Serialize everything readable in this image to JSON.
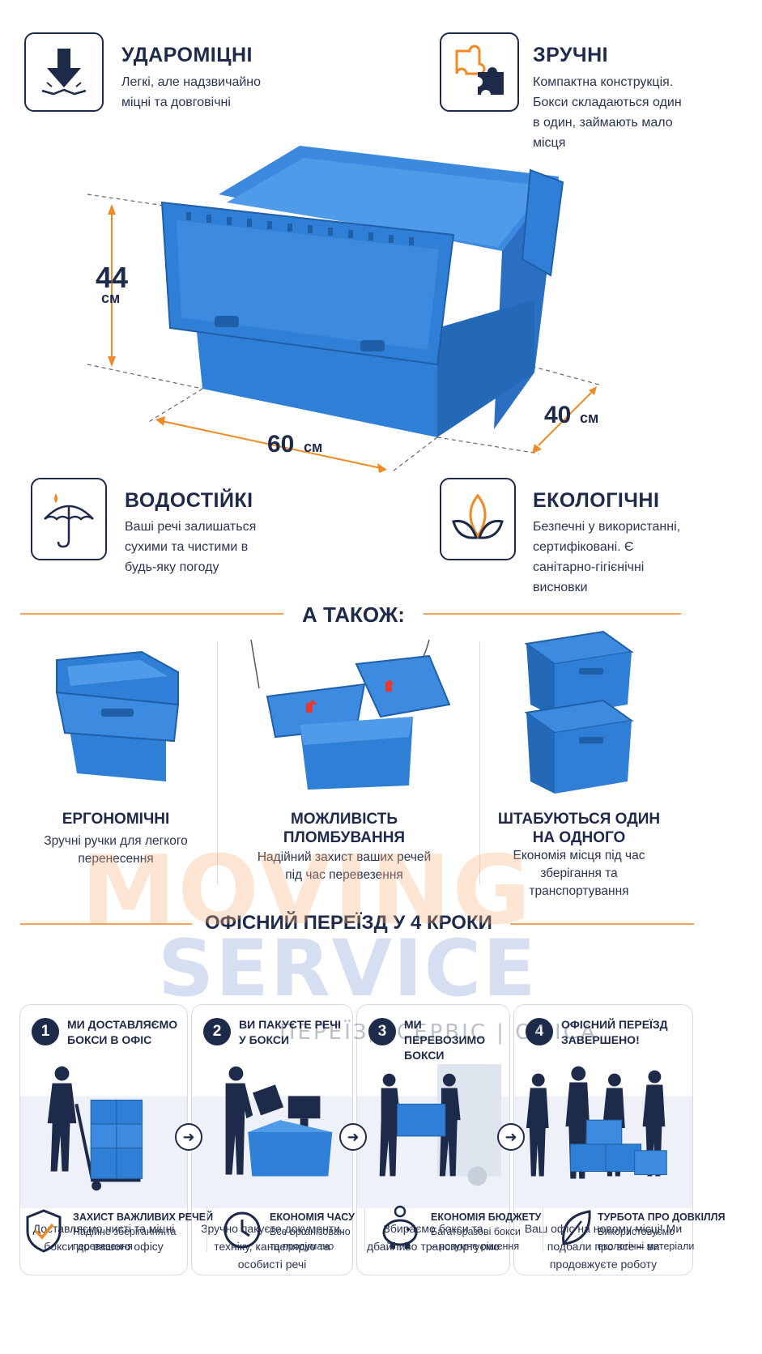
{
  "features": {
    "impact": {
      "title": "УДАРОМІЦНІ",
      "text": "Легкі, але надзвичайно міцні та довговічні",
      "icon": "arrow-down-impact-icon"
    },
    "convenient": {
      "title": "ЗРУЧНІ",
      "text": "Компактна конструкція. Бокси складаються один в один, займають мало місця",
      "icon": "puzzle-icon"
    },
    "waterproof": {
      "title": "ВОДОСТІЙКІ",
      "text": "Ваші речі залишаться сухими та чистими в будь-яку погоду",
      "icon": "umbrella-icon"
    },
    "eco": {
      "title": "ЕКОЛОГІЧНІ",
      "text": "Безпечні у використанні, сертифіковані. Є санітарно-гігієнічні висновки",
      "icon": "leaf-icon"
    }
  },
  "dimensions": {
    "height_value": "44",
    "height_unit": "см",
    "width_value": "60",
    "width_unit": "см",
    "depth_value": "40",
    "depth_unit": "см"
  },
  "also": {
    "title": "А ТАКОЖ:",
    "items": [
      {
        "title": "ЕРГОНОМІЧНІ",
        "text": "Зручні ручки для легкого перенесення"
      },
      {
        "title": "МОЖЛИВІСТЬ ПЛОМБУВАННЯ",
        "text": "Надійний захист ваших речей під час перевезення"
      },
      {
        "title": "ШТАБУЮТЬСЯ ОДИН НА ОДНОГО",
        "text": "Економія місця під час зберігання та транспортування"
      }
    ]
  },
  "steps": {
    "title": "ОФІСНИЙ ПЕРЕЇЗД У 4 КРОКИ",
    "items": [
      {
        "num": "1",
        "title": "МИ ДОСТАВЛЯЄМО БОКСИ В ОФІС",
        "text": "Доставляємо чисті та міцні бокси до вашого офісу"
      },
      {
        "num": "2",
        "title": "ВИ ПАКУЄТЕ РЕЧІ У БОКСИ",
        "text": "Зручно пакуєте документи, техніку, канцелярію та особисті речі"
      },
      {
        "num": "3",
        "title": "МИ ПЕРЕВОЗИМО БОКСИ",
        "text": "Збираємо бокси та дбайливо транспортуємо"
      },
      {
        "num": "4",
        "title": "ОФІСНИЙ ПЕРЕЇЗД ЗАВЕРШЕНО!",
        "text": "Ваш офіс на новому місці! Ми подбали про все – ви продовжуєте роботу"
      }
    ]
  },
  "benefits": [
    {
      "title": "ЗАХИСТ ВАЖЛИВИХ РЕЧЕЙ",
      "text": "Надійне зберігання та перевезення",
      "icon": "shield-check-icon"
    },
    {
      "title": "ЕКОНОМІЯ ЧАСУ",
      "text": "Все організовано та продумано",
      "icon": "clock-icon"
    },
    {
      "title": "ЕКОНОМІЯ БЮДЖЕТУ",
      "text": "Багаторазові бокси – розумне рішення",
      "icon": "piggy-bank-icon"
    },
    {
      "title": "ТУРБОТА ПРО ДОВКІЛЛЯ",
      "text": "Використовуємо екологічні матеріали",
      "icon": "leaf-outline-icon"
    }
  ],
  "watermark": {
    "line1": "MOVING",
    "line2": "SERVICE",
    "line3": "ПЕРЕЇЗД СЕРВІС | ОФІСА"
  },
  "colors": {
    "navy": "#1e2a4a",
    "blue_box": "#2f7fd6",
    "orange": "#f08a24",
    "red_seal": "#e53a2f"
  }
}
